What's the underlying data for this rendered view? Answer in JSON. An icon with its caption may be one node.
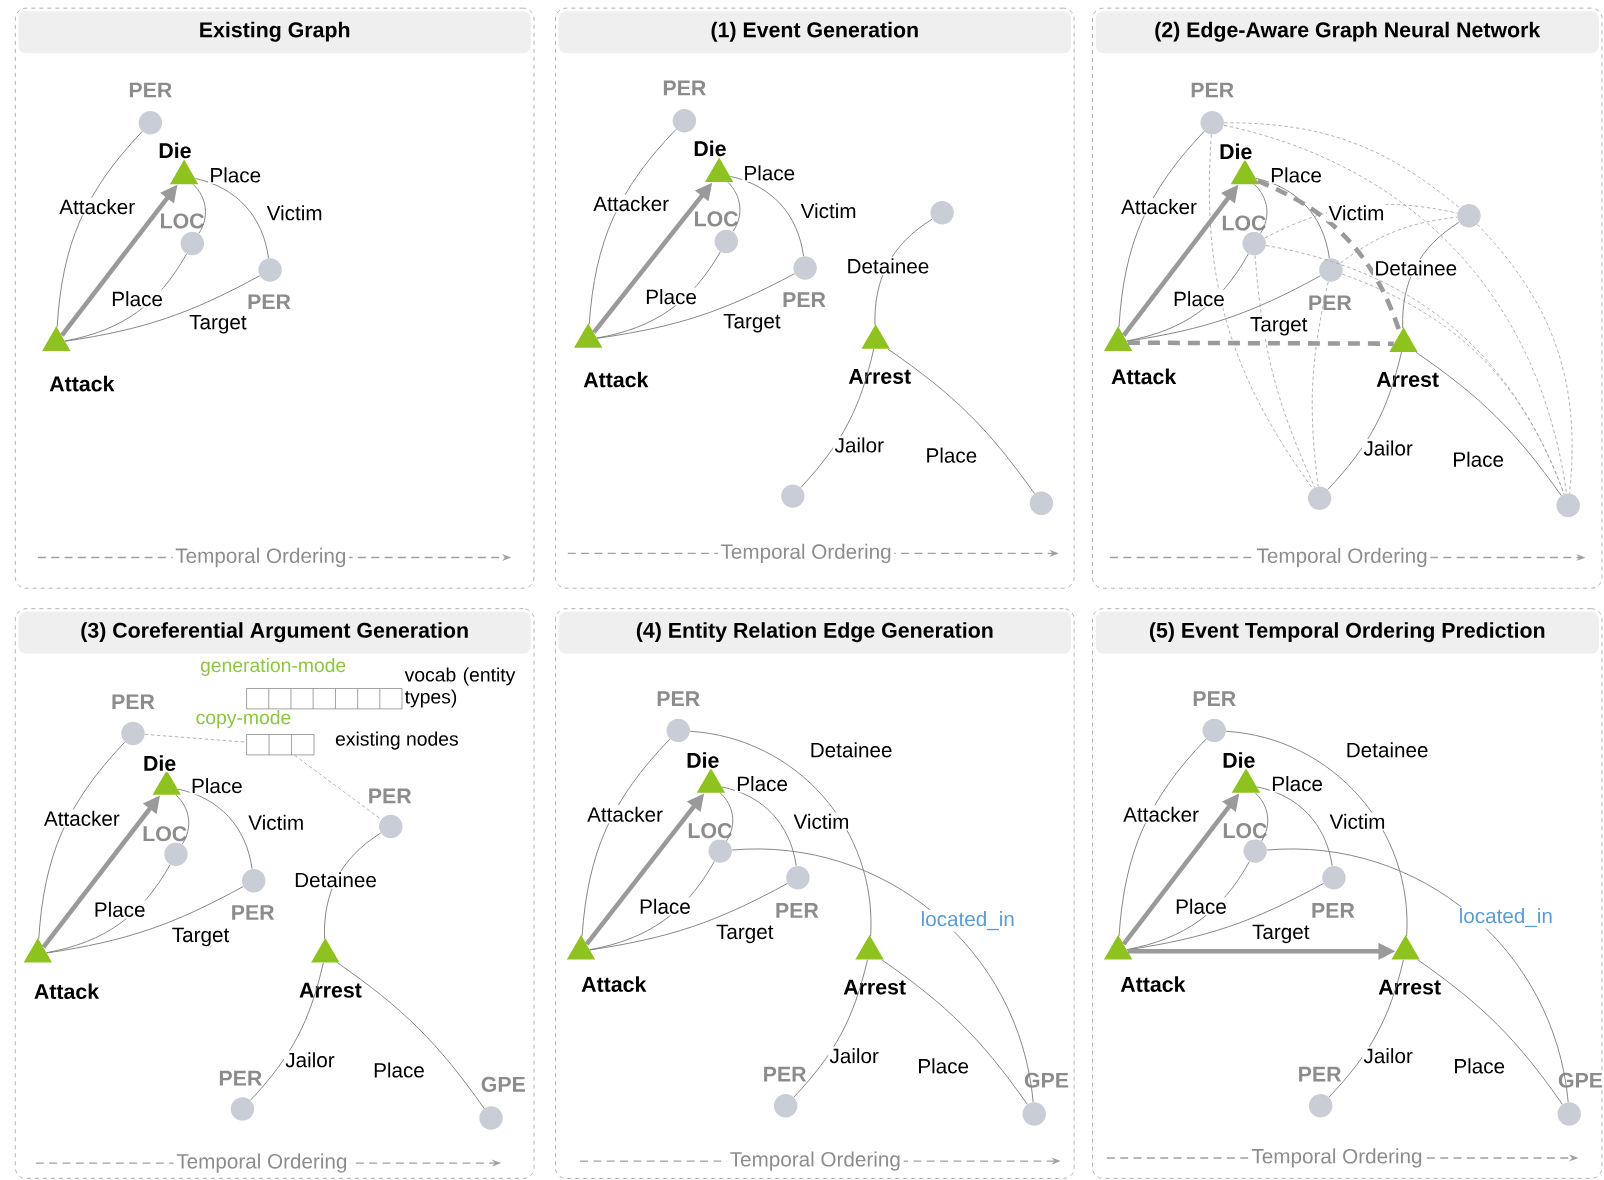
{
  "diagram": {
    "nodes": [
      {
        "text": [
          "Existing Graph"
        ]
      },
      {
        "text": [
          "PER"
        ],
        "in": 0
      },
      {
        "text": [
          "Die"
        ],
        "in": 0
      },
      {
        "text": [
          "LOC"
        ],
        "in": 0
      },
      {
        "text": [
          "PER"
        ],
        "in": 0
      },
      {
        "text": [
          "Attack"
        ],
        "in": 0
      },
      {
        "text": [
          "(1) Event Generation"
        ]
      },
      {
        "text": [
          "PER"
        ],
        "in": 6
      },
      {
        "text": [
          "Die"
        ],
        "in": 6
      },
      {
        "text": [
          "LOC"
        ],
        "in": 6
      },
      {
        "text": [
          "PER"
        ],
        "in": 6
      },
      {
        "text": [
          "Attack"
        ],
        "in": 6
      },
      {
        "text": [],
        "shape": "circle",
        "in": 6
      },
      {
        "text": [
          "Arrest"
        ],
        "in": 6
      },
      {
        "text": [],
        "shape": "circle",
        "in": 6
      },
      {
        "text": [],
        "shape": "circle",
        "in": 6
      },
      {
        "text": [
          "(2) Edge-Aware Graph Neural Network"
        ]
      },
      {
        "text": [
          "PER"
        ],
        "in": 16
      },
      {
        "text": [
          "Die"
        ],
        "in": 16
      },
      {
        "text": [
          "LOC"
        ],
        "in": 16
      },
      {
        "text": [
          "PER"
        ],
        "in": 16
      },
      {
        "text": [
          "Attack"
        ],
        "in": 16
      },
      {
        "text": [],
        "shape": "circle",
        "in": 16
      },
      {
        "text": [
          "Arrest"
        ],
        "in": 16
      },
      {
        "text": [],
        "shape": "circle",
        "in": 16
      },
      {
        "text": [],
        "shape": "circle",
        "in": 16
      },
      {
        "text": [
          "(3) Coreferential Argument Generation"
        ]
      },
      {
        "text": [
          "PER"
        ],
        "in": 26
      },
      {
        "text": [
          "Die"
        ],
        "in": 26
      },
      {
        "text": [
          "LOC"
        ],
        "in": 26
      },
      {
        "text": [
          "PER"
        ],
        "in": 26
      },
      {
        "text": [
          "Attack"
        ],
        "in": 26
      },
      {
        "text": [],
        "shape": "box",
        "beside": [
          "generation-mode",
          "vocab (entity types)"
        ],
        "in": 26
      },
      {
        "text": [],
        "shape": "box",
        "beside": [
          "copy-mode",
          "existing nodes"
        ],
        "in": 26
      },
      {
        "text": [
          "PER"
        ],
        "in": 26
      },
      {
        "text": [
          "Arrest"
        ],
        "in": 26
      },
      {
        "text": [
          "PER"
        ],
        "in": 26
      },
      {
        "text": [
          "GPE"
        ],
        "in": 26
      },
      {
        "text": [
          "(4) Entity Relation Edge Generation"
        ]
      },
      {
        "text": [
          "PER"
        ],
        "in": 38
      },
      {
        "text": [
          "Die"
        ],
        "in": 38
      },
      {
        "text": [
          "LOC"
        ],
        "in": 38
      },
      {
        "text": [
          "PER"
        ],
        "in": 38
      },
      {
        "text": [
          "Attack"
        ],
        "in": 38
      },
      {
        "text": [
          "Arrest"
        ],
        "in": 38
      },
      {
        "text": [
          "PER"
        ],
        "in": 38
      },
      {
        "text": [
          "GPE"
        ],
        "in": 38
      },
      {
        "text": [
          "(5) Event Temporal Ordering Prediction"
        ]
      },
      {
        "text": [
          "PER"
        ],
        "in": 47
      },
      {
        "text": [
          "Die"
        ],
        "in": 47
      },
      {
        "text": [
          "LOC"
        ],
        "in": 47
      },
      {
        "text": [
          "PER"
        ],
        "in": 47
      },
      {
        "text": [
          "Attack"
        ],
        "in": 47
      },
      {
        "text": [
          "Arrest"
        ],
        "in": 47
      },
      {
        "text": [
          "PER"
        ],
        "in": 47
      },
      {
        "text": [
          "GPE"
        ],
        "in": 47
      }
    ],
    "edges": [
      {
        "from": 5,
        "to": 2,
        "arrow": "to",
        "style": "thick",
        "color": "#9a9a9a"
      },
      {
        "from": 5,
        "to": 1,
        "arrow": "none",
        "label": "Attacker"
      },
      {
        "from": 2,
        "to": 3,
        "arrow": "none",
        "label": "Place"
      },
      {
        "from": 2,
        "to": 4,
        "arrow": "none",
        "label": "Victim"
      },
      {
        "from": 5,
        "to": 3,
        "arrow": "none",
        "label": "Place"
      },
      {
        "from": 5,
        "to": 4,
        "arrow": "none",
        "label": "Target"
      },
      {
        "from": 11,
        "to": 8,
        "arrow": "to",
        "style": "thick",
        "color": "#9a9a9a"
      },
      {
        "from": 11,
        "to": 7,
        "arrow": "none",
        "label": "Attacker"
      },
      {
        "from": 8,
        "to": 9,
        "arrow": "none",
        "label": "Place"
      },
      {
        "from": 8,
        "to": 10,
        "arrow": "none",
        "label": "Victim"
      },
      {
        "from": 11,
        "to": 9,
        "arrow": "none",
        "label": "Place"
      },
      {
        "from": 11,
        "to": 10,
        "arrow": "none",
        "label": "Target"
      },
      {
        "from": 13,
        "to": 12,
        "arrow": "none",
        "label": "Detainee"
      },
      {
        "from": 13,
        "to": 14,
        "arrow": "none",
        "label": "Jailor"
      },
      {
        "from": 13,
        "to": 15,
        "arrow": "none",
        "label": "Place"
      },
      {
        "from": 21,
        "to": 18,
        "arrow": "to",
        "style": "thick",
        "color": "#9a9a9a"
      },
      {
        "from": 21,
        "to": 17,
        "arrow": "none",
        "label": "Attacker"
      },
      {
        "from": 18,
        "to": 19,
        "arrow": "none",
        "label": "Place"
      },
      {
        "from": 18,
        "to": 20,
        "arrow": "none",
        "label": "Victim"
      },
      {
        "from": 21,
        "to": 19,
        "arrow": "none",
        "label": "Place"
      },
      {
        "from": 21,
        "to": 20,
        "arrow": "none",
        "label": "Target"
      },
      {
        "from": 23,
        "to": 22,
        "arrow": "none",
        "label": "Detainee"
      },
      {
        "from": 23,
        "to": 24,
        "arrow": "none",
        "label": "Jailor"
      },
      {
        "from": 23,
        "to": 25,
        "arrow": "none",
        "label": "Place"
      },
      {
        "from": 21,
        "to": 23,
        "arrow": "none",
        "style": "dashed",
        "color": "#9a9a9a"
      },
      {
        "from": 18,
        "to": 23,
        "arrow": "none",
        "style": "dashed",
        "color": "#9a9a9a"
      },
      {
        "from": 17,
        "to": 22,
        "arrow": "none",
        "style": "dashed"
      },
      {
        "from": 17,
        "to": 25,
        "arrow": "none",
        "style": "dashed"
      },
      {
        "from": 17,
        "to": 24,
        "arrow": "none",
        "style": "dashed"
      },
      {
        "from": 19,
        "to": 22,
        "arrow": "none",
        "style": "dashed"
      },
      {
        "from": 19,
        "to": 25,
        "arrow": "none",
        "style": "dashed"
      },
      {
        "from": 19,
        "to": 24,
        "arrow": "none",
        "style": "dashed"
      },
      {
        "from": 20,
        "to": 22,
        "arrow": "none",
        "style": "dashed"
      },
      {
        "from": 20,
        "to": 25,
        "arrow": "none",
        "style": "dashed"
      },
      {
        "from": 20,
        "to": 24,
        "arrow": "none",
        "style": "dashed"
      },
      {
        "from": 22,
        "to": 25,
        "arrow": "none",
        "style": "dashed"
      },
      {
        "from": 31,
        "to": 28,
        "arrow": "to",
        "style": "thick",
        "color": "#9a9a9a"
      },
      {
        "from": 31,
        "to": 27,
        "arrow": "none",
        "label": "Attacker"
      },
      {
        "from": 28,
        "to": 29,
        "arrow": "none",
        "label": "Place"
      },
      {
        "from": 28,
        "to": 30,
        "arrow": "none",
        "label": "Victim"
      },
      {
        "from": 31,
        "to": 29,
        "arrow": "none",
        "label": "Place"
      },
      {
        "from": 31,
        "to": 30,
        "arrow": "none",
        "label": "Target"
      },
      {
        "from": 35,
        "to": 34,
        "arrow": "none",
        "label": "Detainee"
      },
      {
        "from": 35,
        "to": 36,
        "arrow": "none",
        "label": "Jailor"
      },
      {
        "from": 35,
        "to": 37,
        "arrow": "none",
        "label": "Place"
      },
      {
        "from": 27,
        "to": 33,
        "arrow": "none",
        "style": "dashed"
      },
      {
        "from": 33,
        "to": 34,
        "arrow": "none",
        "style": "dashed"
      },
      {
        "from": 43,
        "to": 40,
        "arrow": "to",
        "style": "thick",
        "color": "#9a9a9a"
      },
      {
        "from": 43,
        "to": 39,
        "arrow": "none",
        "label": "Attacker"
      },
      {
        "from": 40,
        "to": 41,
        "arrow": "none",
        "label": "Place"
      },
      {
        "from": 40,
        "to": 42,
        "arrow": "none",
        "label": "Victim"
      },
      {
        "from": 43,
        "to": 41,
        "arrow": "none",
        "label": "Place"
      },
      {
        "from": 43,
        "to": 42,
        "arrow": "none",
        "label": "Target"
      },
      {
        "from": 39,
        "to": 44,
        "arrow": "none",
        "label": "Detainee"
      },
      {
        "from": 41,
        "to": 46,
        "arrow": "none",
        "label": "located_in"
      },
      {
        "from": 44,
        "to": 45,
        "arrow": "none",
        "label": "Jailor"
      },
      {
        "from": 44,
        "to": 46,
        "arrow": "none",
        "label": "Place"
      },
      {
        "from": 52,
        "to": 49,
        "arrow": "to",
        "style": "thick",
        "color": "#9a9a9a"
      },
      {
        "from": 52,
        "to": 48,
        "arrow": "none",
        "label": "Attacker"
      },
      {
        "from": 49,
        "to": 50,
        "arrow": "none",
        "label": "Place"
      },
      {
        "from": 49,
        "to": 51,
        "arrow": "none",
        "label": "Victim"
      },
      {
        "from": 52,
        "to": 50,
        "arrow": "none",
        "label": "Place"
      },
      {
        "from": 52,
        "to": 51,
        "arrow": "none",
        "label": "Target"
      },
      {
        "from": 48,
        "to": 53,
        "arrow": "none",
        "label": "Detainee"
      },
      {
        "from": 50,
        "to": 55,
        "arrow": "none",
        "label": "located_in"
      },
      {
        "from": 53,
        "to": 54,
        "arrow": "none",
        "label": "Jailor"
      },
      {
        "from": 53,
        "to": 55,
        "arrow": "none",
        "label": "Place"
      },
      {
        "from": 52,
        "to": 53,
        "arrow": "to",
        "style": "thick",
        "color": "#9a9a9a"
      }
    ],
    "labels": [
      "Temporal Ordering",
      "Temporal Ordering",
      "Temporal Ordering",
      "Temporal Ordering",
      "Temporal Ordering",
      "Temporal Ordering"
    ]
  }
}
